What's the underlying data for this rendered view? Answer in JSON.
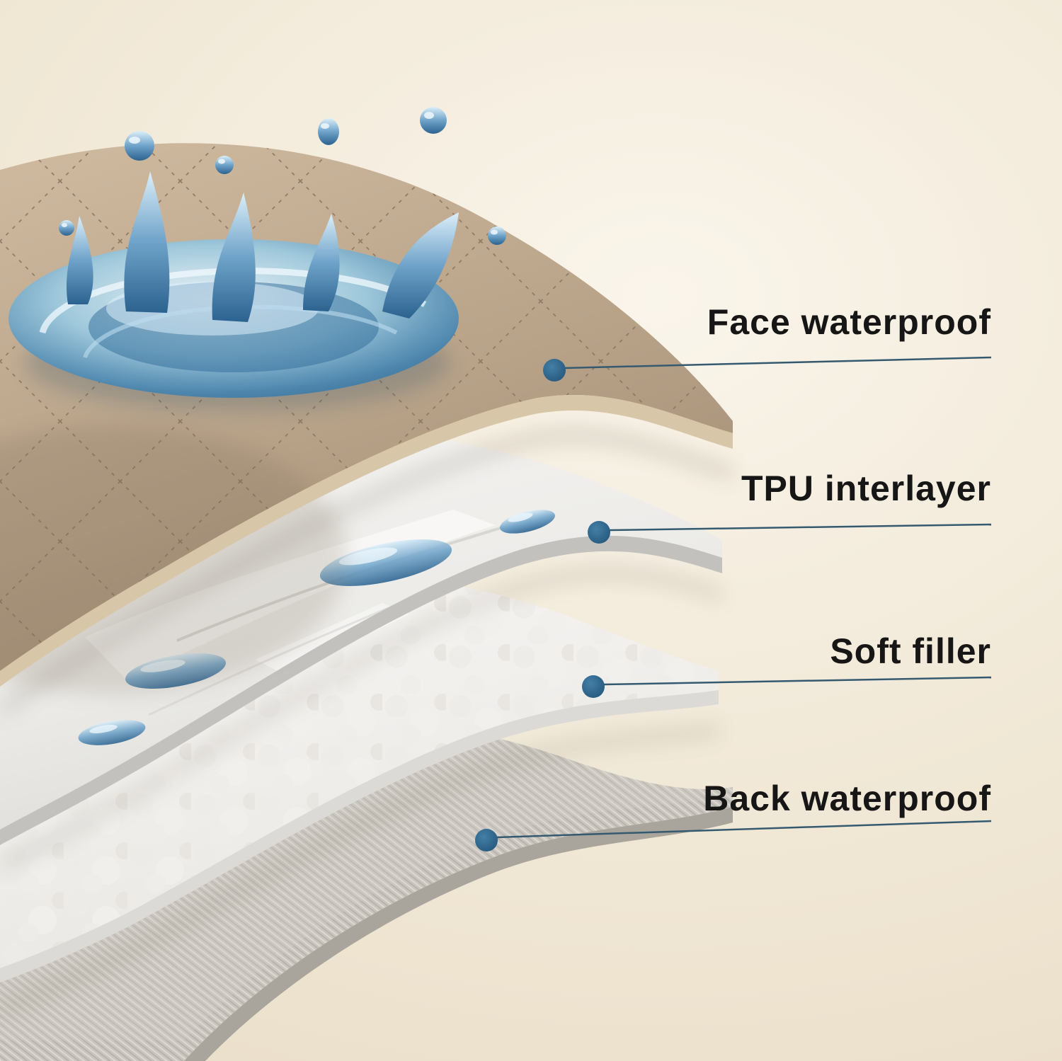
{
  "diagram": {
    "background_color": "#efe5d3",
    "accent_color": "#2d5f80",
    "line_color": "#355a70",
    "text_color": "#161616",
    "callouts": [
      {
        "label": "Face waterproof",
        "color": "#b5a187"
      },
      {
        "label": "TPU interlayer",
        "color": "#efeeeb"
      },
      {
        "label": "Soft filler",
        "color": "#f5f4f2"
      },
      {
        "label": "Back waterproof",
        "color": "#c8c4bd"
      }
    ]
  }
}
